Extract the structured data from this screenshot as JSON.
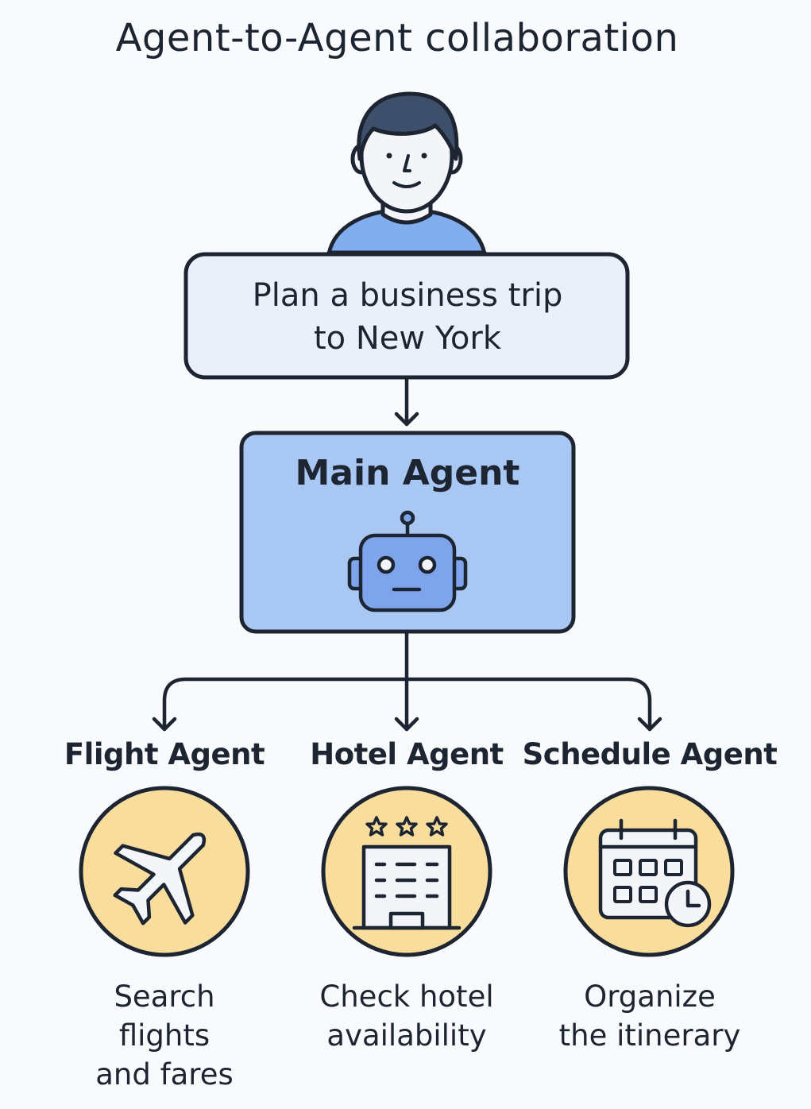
{
  "title": "Agent-to-Agent collaboration",
  "user": {
    "icon": "user-icon",
    "request_lines": [
      "Plan a business trip",
      "to New York"
    ]
  },
  "main_agent": {
    "title": "Main Agent",
    "icon": "robot-icon"
  },
  "sub_agents": [
    {
      "name": "Flight Agent",
      "icon": "airplane-icon",
      "description_lines": [
        "Search",
        "flights",
        "and fares"
      ]
    },
    {
      "name": "Hotel Agent",
      "icon": "hotel-icon",
      "description_lines": [
        "Check hotel",
        "availability"
      ]
    },
    {
      "name": "Schedule Agent",
      "icon": "calendar-clock-icon",
      "description_lines": [
        "Organize",
        "the itinerary"
      ]
    }
  ],
  "colors": {
    "outline": "#1e2532",
    "request_fill": "#eaf0fa",
    "main_agent_fill": "#a8c7f2",
    "robot_fill": "#7ea5ec",
    "user_shirt": "#82aeef",
    "circle_fill": "#f8dd9c",
    "icon_fill": "#f4f5f8"
  }
}
